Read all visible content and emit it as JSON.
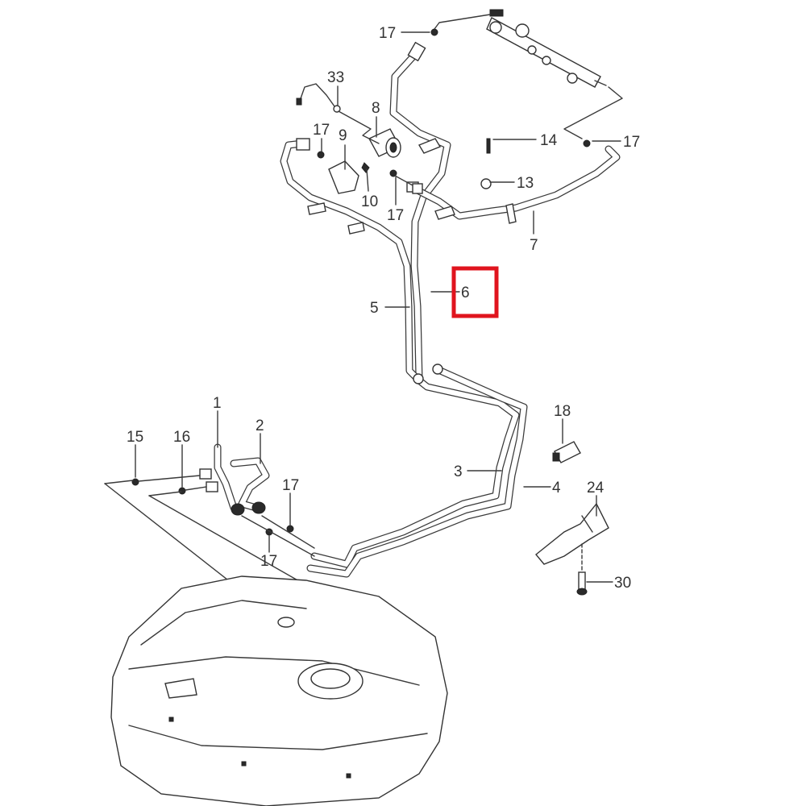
{
  "diagram": {
    "title": "Fuel system parts diagram",
    "highlight_color": "#e0141e",
    "highlighted_label": "6",
    "callouts": [
      {
        "id": "c17a",
        "text": "17"
      },
      {
        "id": "c33",
        "text": "33"
      },
      {
        "id": "c8",
        "text": "8"
      },
      {
        "id": "c17b",
        "text": "17"
      },
      {
        "id": "c9",
        "text": "9"
      },
      {
        "id": "c14",
        "text": "14"
      },
      {
        "id": "c17c",
        "text": "17"
      },
      {
        "id": "c13",
        "text": "13"
      },
      {
        "id": "c10",
        "text": "10"
      },
      {
        "id": "c17d",
        "text": "17"
      },
      {
        "id": "c7",
        "text": "7"
      },
      {
        "id": "c6",
        "text": "6"
      },
      {
        "id": "c5",
        "text": "5"
      },
      {
        "id": "c1",
        "text": "1"
      },
      {
        "id": "c2",
        "text": "2"
      },
      {
        "id": "c18",
        "text": "18"
      },
      {
        "id": "c15",
        "text": "15"
      },
      {
        "id": "c16",
        "text": "16"
      },
      {
        "id": "c17e",
        "text": "17"
      },
      {
        "id": "c3",
        "text": "3"
      },
      {
        "id": "c4",
        "text": "4"
      },
      {
        "id": "c24",
        "text": "24"
      },
      {
        "id": "c17f",
        "text": "17"
      },
      {
        "id": "c30",
        "text": "30"
      }
    ]
  }
}
